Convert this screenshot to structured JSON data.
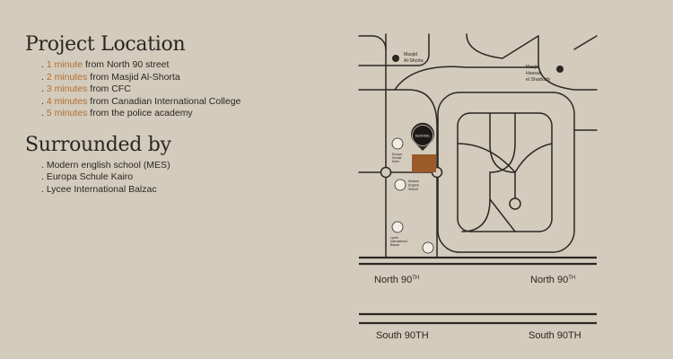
{
  "project_location": {
    "title": "Project Location",
    "items": [
      {
        "time": "1 minute",
        "text": "from North 90 street"
      },
      {
        "time": "2 minutes",
        "text": "from Masjid Al-Shorta"
      },
      {
        "time": "3 minutes",
        "text": "from CFC"
      },
      {
        "time": "4 minutes",
        "text": "from Canadian International College"
      },
      {
        "time": "5 minutes",
        "text": "from the police academy"
      }
    ]
  },
  "surrounded_by": {
    "title": "Surrounded by",
    "items": [
      ". Modern english school (MES)",
      ". Europa Schule Kairo",
      ". Lycee International Balzac"
    ]
  },
  "map": {
    "project_logo": "KANDEEL",
    "landmarks": {
      "masjid_shorta": [
        "Masjid",
        "Al-Shorta"
      ],
      "masjid_hassan": [
        "Masjid",
        "Hassan",
        "el Sharbatly"
      ],
      "europa": [
        "Europa",
        "Schule",
        "Kairo"
      ],
      "modern": [
        "Modern",
        "English",
        "School"
      ],
      "lycee": [
        "Lycée",
        "International",
        "Balzac"
      ]
    },
    "roads": {
      "north_left": "North 90",
      "north_right": "North 90",
      "north_sup": "TH",
      "south_left": "South 90TH",
      "south_right": "South 90TH"
    }
  },
  "colors": {
    "background": "#d3cbbb",
    "ink": "#2b2622",
    "accent": "#b26f33",
    "marker": "#9a5a2a"
  }
}
